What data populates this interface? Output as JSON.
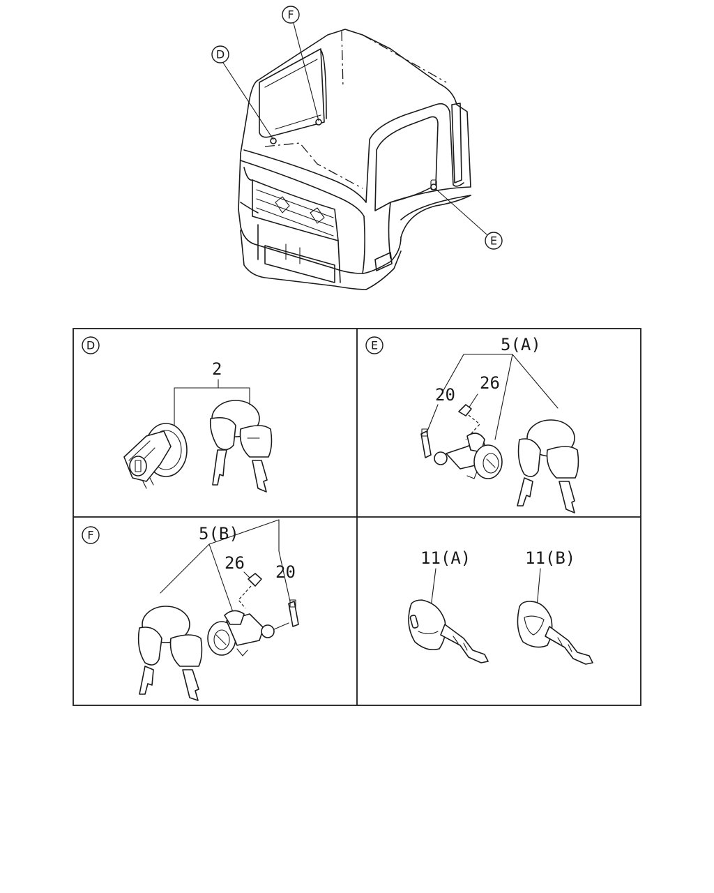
{
  "callouts": {
    "d": "D",
    "e": "E",
    "f": "F"
  },
  "panels": {
    "d": {
      "marker": "D",
      "parts": [
        "2"
      ]
    },
    "e": {
      "marker": "E",
      "parts": [
        "5(A)",
        "26",
        "20"
      ]
    },
    "f": {
      "marker": "F",
      "parts": [
        "5(B)",
        "26",
        "20"
      ]
    },
    "keys": {
      "parts": [
        "11(A)",
        "11(B)"
      ]
    }
  }
}
